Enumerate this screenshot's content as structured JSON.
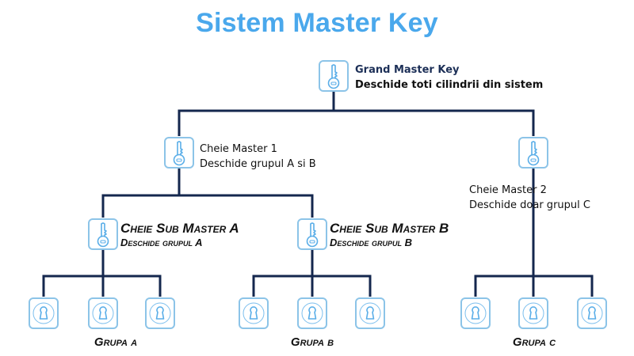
{
  "title": "Sistem Master Key",
  "colors": {
    "title": "#4aa8ec",
    "connector": "#14274e",
    "icon": "#5aaee8",
    "box_border": "#8cc4e8"
  },
  "grand_master": {
    "icon": "key-icon",
    "name": "Grand Master Key",
    "description": "Deschide toti cilindrii din  sistem"
  },
  "masters": [
    {
      "icon": "key-icon",
      "name": "Cheie Master 1",
      "description": "Deschide grupul A si B"
    },
    {
      "icon": "key-icon",
      "name": "Cheie Master 2",
      "description": "Deschide doar grupul C"
    }
  ],
  "sub_masters": [
    {
      "icon": "key-icon",
      "name": "Cheie Sub Master A",
      "description": "Deschide grupul A"
    },
    {
      "icon": "key-icon",
      "name": "Cheie Sub Master B",
      "description": "Deschide grupul B"
    }
  ],
  "groups": [
    {
      "label": "Grupa a",
      "cylinders": 3,
      "icon": "keyhole-lock-icon"
    },
    {
      "label": "Grupa b",
      "cylinders": 3,
      "icon": "keyhole-lock-icon"
    },
    {
      "label": "Grupa c",
      "cylinders": 3,
      "icon": "keyhole-lock-icon"
    }
  ]
}
